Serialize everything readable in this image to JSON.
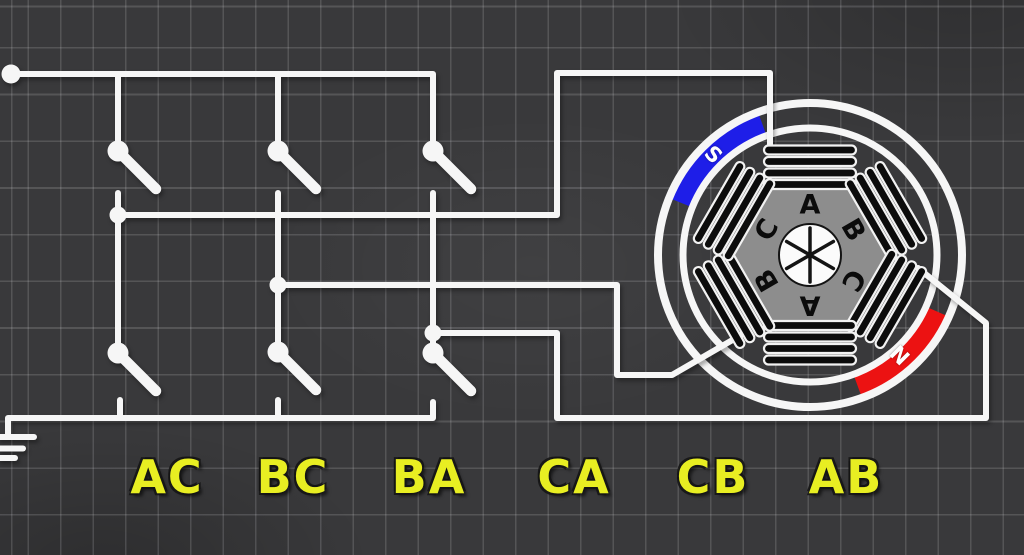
{
  "diagram": {
    "phase_labels": [
      "AC",
      "BC",
      "BA",
      "CA",
      "CB",
      "AB"
    ],
    "rotor_magnets": {
      "south": "S",
      "north": "N"
    },
    "stator_windings": [
      "A",
      "B",
      "C",
      "A",
      "B",
      "C"
    ],
    "switches": {
      "top_row": [
        "open",
        "open",
        "open"
      ],
      "bottom_row": [
        "open",
        "open",
        "open"
      ]
    }
  },
  "colors": {
    "background": "#39393b",
    "grid_line": "#5a5a5e",
    "wire": "#f6f6f6",
    "phase_label_yellow": "#e8ee22",
    "magnet_south": "#1e1ee8",
    "magnet_north": "#ec1212",
    "stator_body": "#8d8d8d",
    "coil": "#0c0c0c",
    "letter_dark": "#0b0b0b"
  }
}
